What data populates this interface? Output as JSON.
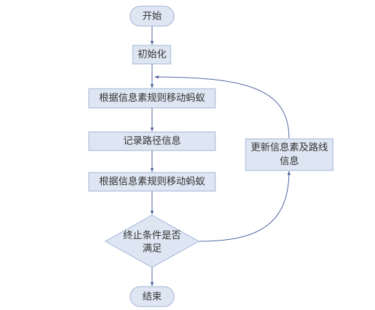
{
  "diagram": {
    "nodes": {
      "start": "开始",
      "init": "初始化",
      "move_ants_1": "根据信息素规则移动蚂蚁",
      "record_path": "记录路径信息",
      "move_ants_2": "根据信息素规则移动蚂蚁",
      "condition": [
        "终止条件是否",
        "满足"
      ],
      "update": [
        "更新信息素及路线",
        "信息"
      ],
      "end": "结束"
    },
    "colors": {
      "box_fill": "#dde6f2",
      "box_stroke": "#9fb3d3",
      "edge": "#4a5f9e",
      "text": "#333333"
    }
  }
}
